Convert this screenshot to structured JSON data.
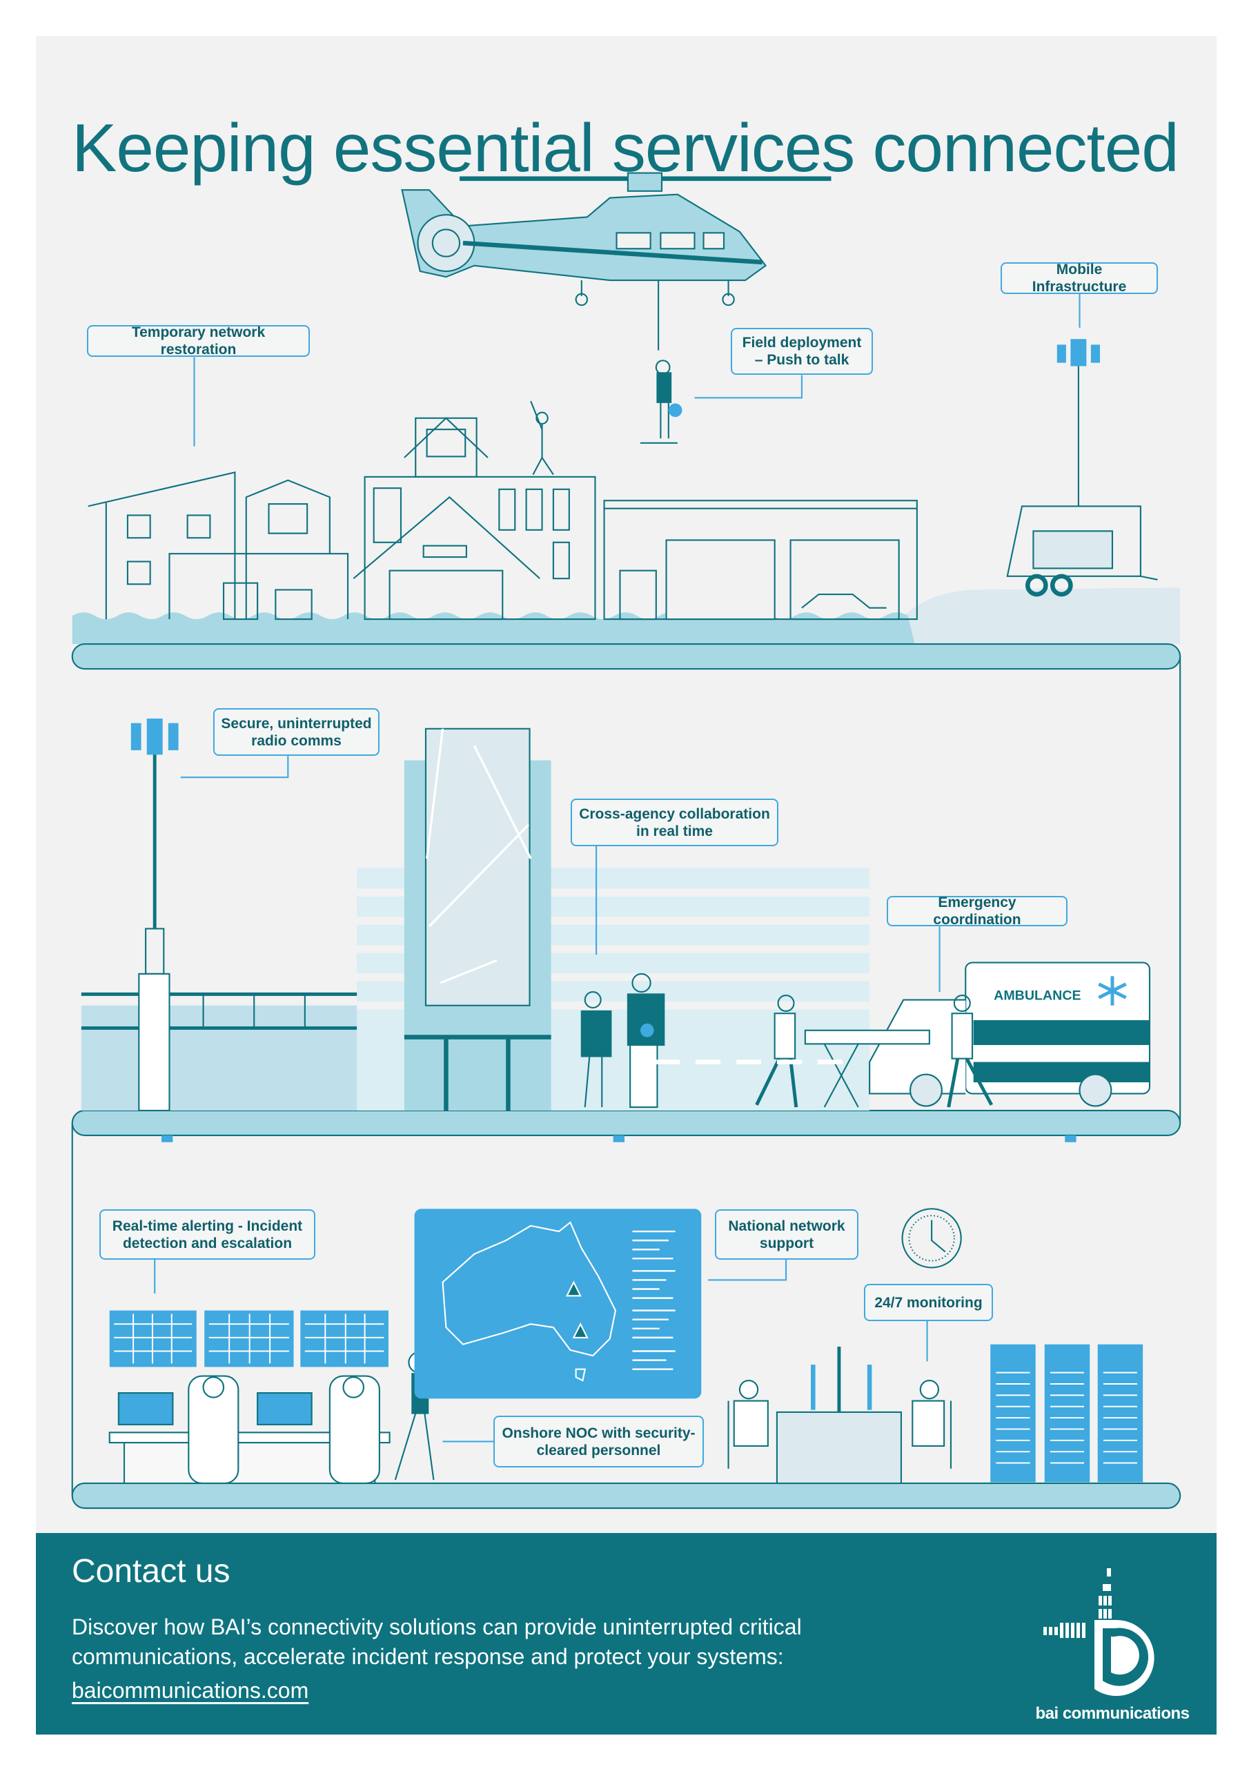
{
  "title": "Keeping essential services connected",
  "labels": {
    "temp_network": "Temporary network restoration",
    "field_deployment": "Field deployment – Push to talk",
    "mobile_infra": "Mobile Infrastructure",
    "secure_radio": "Secure, uninterrupted radio comms",
    "cross_agency": "Cross-agency collaboration in real time",
    "emergency": "Emergency coordination",
    "realtime_alerting": "Real-time alerting - Incident detection and escalation",
    "national_support": "National network support",
    "monitoring": "24/7 monitoring",
    "onshore_noc": "Onshore NOC with security-cleared personnel"
  },
  "ambulance_text": "AMBULANCE",
  "contact": {
    "title": "Contact us",
    "body": "Discover how BAI’s connectivity solutions can provide uninterrupted critical communications, accelerate incident response and protect your systems:",
    "link": "baicommunications.com",
    "logo_text": "bai communications"
  },
  "colors": {
    "teal": "#0e737f",
    "light_blue": "#a8d8e3",
    "blue": "#3fa9e0",
    "pale": "#dce9ee",
    "background": "#f2f2f2"
  }
}
